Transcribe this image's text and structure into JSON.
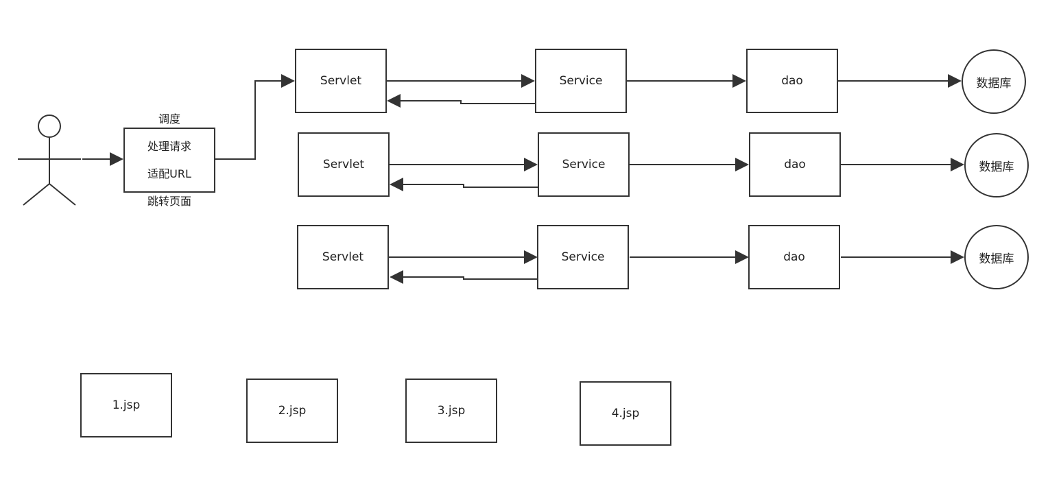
{
  "dispatcher": {
    "lines": [
      "调度",
      "处理请求",
      "适配URL",
      "跳转页面"
    ]
  },
  "rows": [
    {
      "servlet": "Servlet",
      "service": "Service",
      "dao": "dao",
      "db": "数据库"
    },
    {
      "servlet": "Servlet",
      "service": "Service",
      "dao": "dao",
      "db": "数据库"
    },
    {
      "servlet": "Servlet",
      "service": "Service",
      "dao": "dao",
      "db": "数据库"
    }
  ],
  "pages": [
    "1.jsp",
    "2.jsp",
    "3.jsp",
    "4.jsp"
  ],
  "colors": {
    "stroke": "#333333",
    "text": "#222222",
    "background": "#ffffff"
  }
}
